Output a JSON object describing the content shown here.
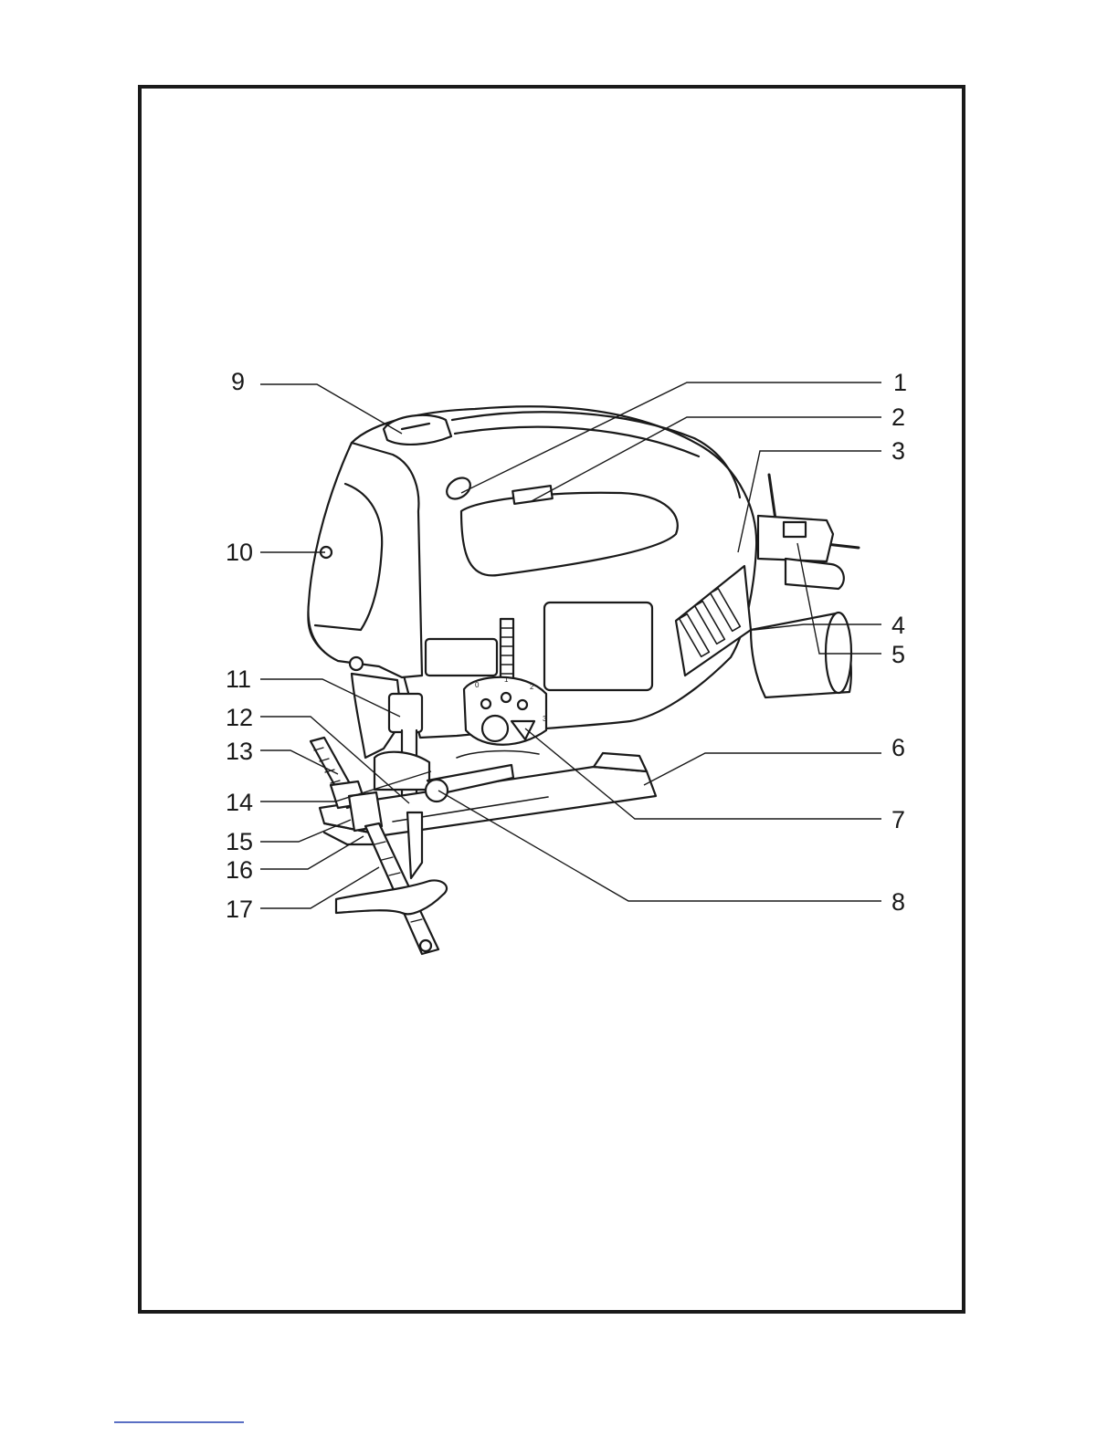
{
  "diagram": {
    "callouts": [
      {
        "id": "1",
        "label": "1"
      },
      {
        "id": "2",
        "label": "2"
      },
      {
        "id": "3",
        "label": "3"
      },
      {
        "id": "4",
        "label": "4"
      },
      {
        "id": "5",
        "label": "5"
      },
      {
        "id": "6",
        "label": "6"
      },
      {
        "id": "7",
        "label": "7"
      },
      {
        "id": "8",
        "label": "8"
      },
      {
        "id": "9",
        "label": "9"
      },
      {
        "id": "10",
        "label": "10"
      },
      {
        "id": "11",
        "label": "11"
      },
      {
        "id": "12",
        "label": "12"
      },
      {
        "id": "13",
        "label": "13"
      },
      {
        "id": "14",
        "label": "14"
      },
      {
        "id": "15",
        "label": "15"
      },
      {
        "id": "16",
        "label": "16"
      },
      {
        "id": "17",
        "label": "17"
      }
    ],
    "speed_dial_marks": [
      "0",
      "1",
      "2",
      "3"
    ],
    "colors": {
      "line": "#1a1a1a",
      "footer_rule": "#5a6fc4"
    }
  }
}
